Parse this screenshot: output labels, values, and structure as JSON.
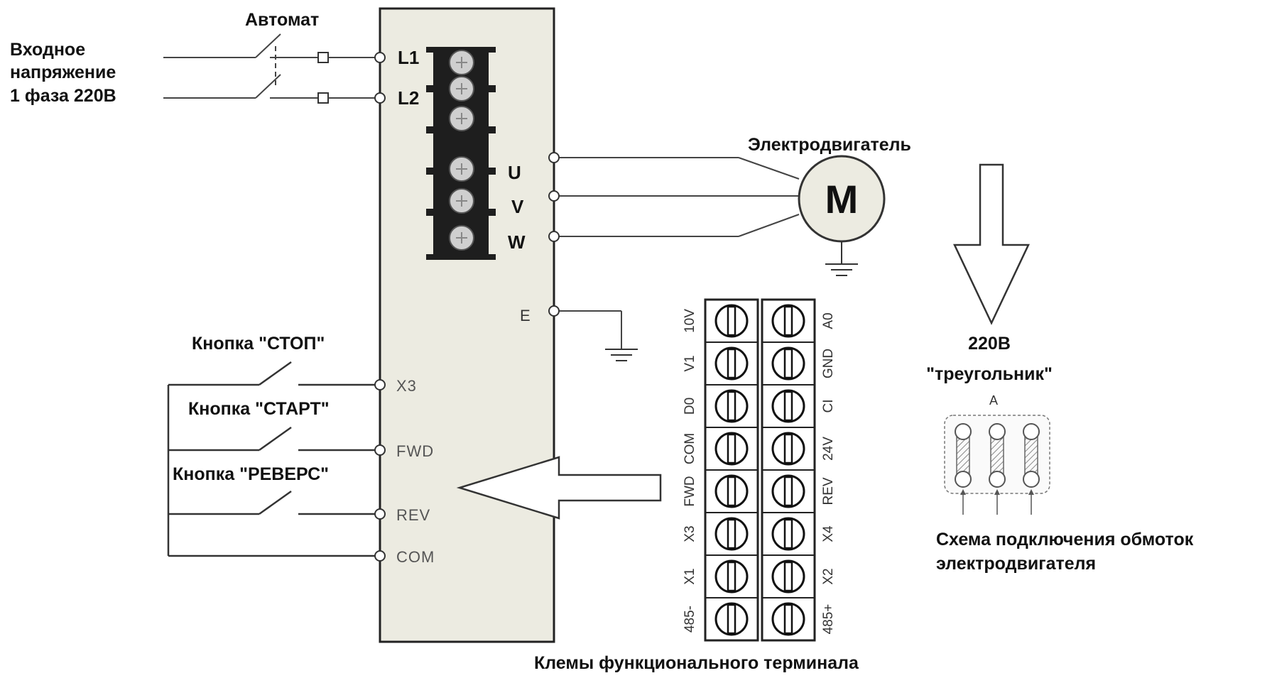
{
  "labels": {
    "automat": "Автомат",
    "input_line1": "Входное",
    "input_line2": "напряжение",
    "input_line3": "1 фаза 220В",
    "motor": "Электродвигатель",
    "motor_symbol": "M",
    "btn_stop": "Кнопка \"СТОП\"",
    "btn_start": "Кнопка \"СТАРТ\"",
    "btn_reverse": "Кнопка \"РЕВЕРС\"",
    "voltage": "220В",
    "connection": "\"треугольник\"",
    "winding_letter": "A",
    "winding_caption1": "Схема подключения обмоток",
    "winding_caption2": "электродвигателя",
    "terminal_caption": "Клемы  функционального терминала"
  },
  "power_terminals": {
    "l1": "L1",
    "l2": "L2",
    "u": "U",
    "v": "V",
    "w": "W",
    "e": "E"
  },
  "control_terminals": {
    "x3": "X3",
    "fwd": "FWD",
    "rev": "REV",
    "com": "COM"
  },
  "terminal_block": {
    "left": [
      "10V",
      "V1",
      "D0",
      "COM",
      "FWD",
      "X3",
      "X1",
      "485-"
    ],
    "right": [
      "A0",
      "GND",
      "CI",
      "24V",
      "REV",
      "X4",
      "X2",
      "485+"
    ]
  }
}
